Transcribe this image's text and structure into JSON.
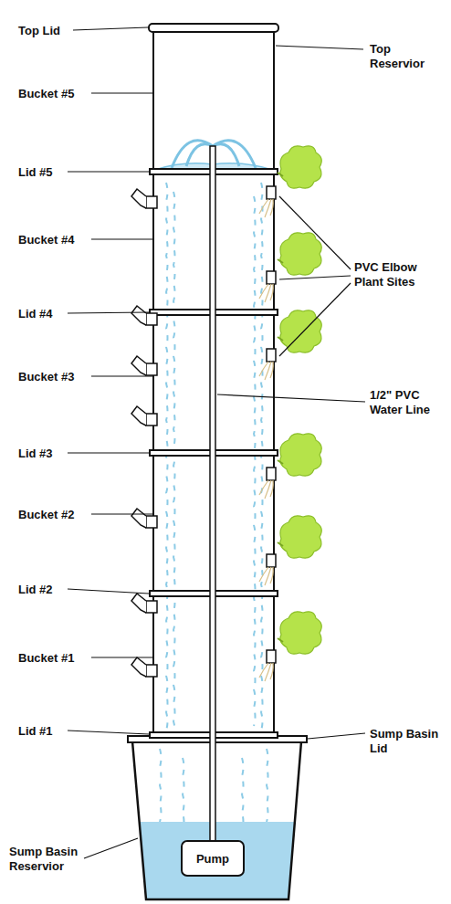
{
  "diagram": {
    "nodes": [
      {
        "text": [
          "Pump"
        ]
      }
    ],
    "labels": [
      "Top Lid",
      "Bucket #5",
      "Top Reservior",
      "Lid #5",
      "PVC Elbow Plant Sites",
      "Bucket #4",
      "Lid #4",
      "Bucket #3",
      "1/2\" PVC Water Line",
      "Lid #3",
      "Bucket #2",
      "Lid #2",
      "Bucket #1",
      "Lid #1",
      "Sump Basin Lid",
      "Sump Basin Reservior"
    ]
  }
}
